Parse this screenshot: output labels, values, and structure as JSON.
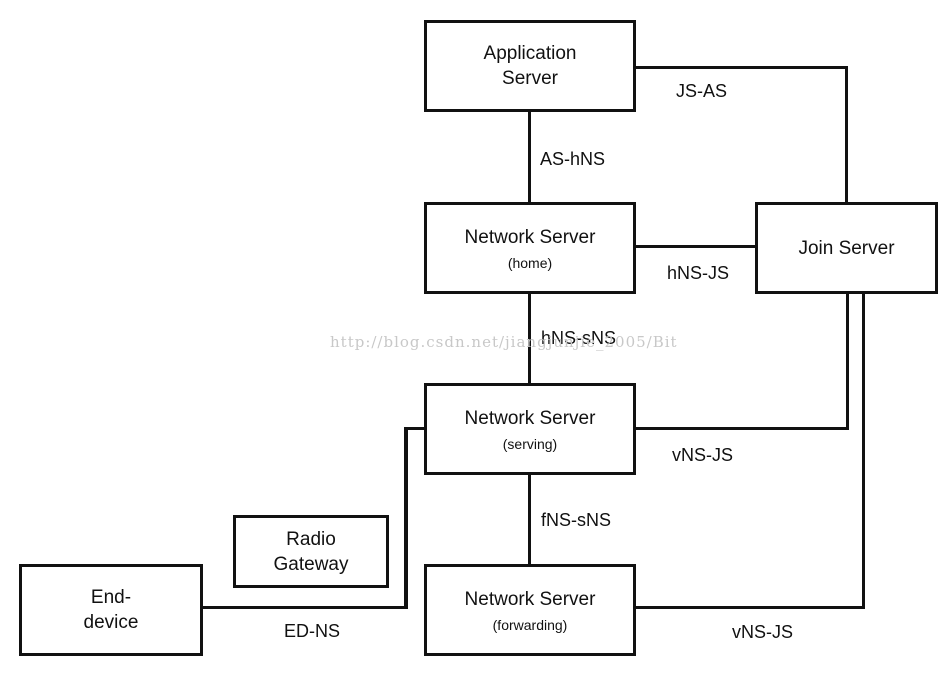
{
  "nodes": {
    "app_server": {
      "line1": "Application",
      "line2": "Server"
    },
    "ns_home": {
      "title": "Network Server",
      "sub": "(home)"
    },
    "join_server": {
      "title": "Join Server"
    },
    "ns_serving": {
      "title": "Network Server",
      "sub": "(serving)"
    },
    "radio_gateway": {
      "line1": "Radio",
      "line2": "Gateway"
    },
    "end_device": {
      "line1": "End-",
      "line2": "device"
    },
    "ns_forwarding": {
      "title": "Network Server",
      "sub": "(forwarding)"
    }
  },
  "links": {
    "js_as": "JS-AS",
    "as_hns": "AS-hNS",
    "hns_js": "hNS-JS",
    "hns_sns": "hNS-sNS",
    "vns_js_serving": "vNS-JS",
    "fns_sns": "fNS-sNS",
    "ed_ns": "ED-NS",
    "vns_js_forwarding": "vNS-JS"
  },
  "watermark": "http://blog.csdn.net/jiangjunjie_2005/Bit"
}
